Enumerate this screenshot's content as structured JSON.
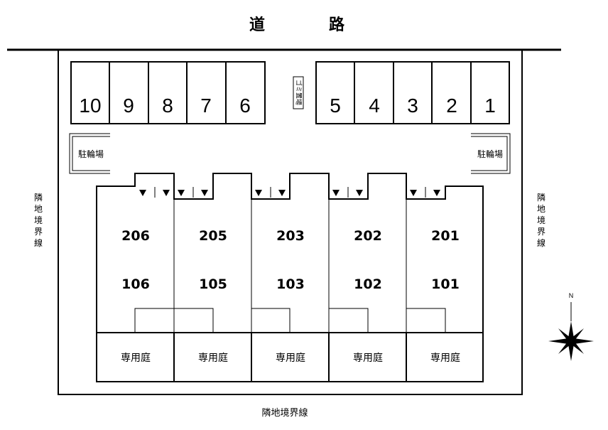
{
  "road_label_chars": [
    "道",
    "路"
  ],
  "boundary_label": "隣地境界線",
  "boundary_left_chars": [
    "隣",
    "地",
    "境",
    "界",
    "線"
  ],
  "boundary_right_chars": [
    "隣",
    "地",
    "境",
    "界",
    "線"
  ],
  "parking_left": [
    "10",
    "9",
    "8",
    "7",
    "6"
  ],
  "parking_right": [
    "5",
    "4",
    "3",
    "2",
    "1"
  ],
  "garbage_label": "ゴミ置場",
  "bike_parking_label": "駐輪場",
  "units": [
    {
      "upper": "206",
      "lower": "106"
    },
    {
      "upper": "205",
      "lower": "105"
    },
    {
      "upper": "203",
      "lower": "103"
    },
    {
      "upper": "202",
      "lower": "102"
    },
    {
      "upper": "201",
      "lower": "101"
    }
  ],
  "garden_label": "専用庭",
  "compass_label": "N"
}
